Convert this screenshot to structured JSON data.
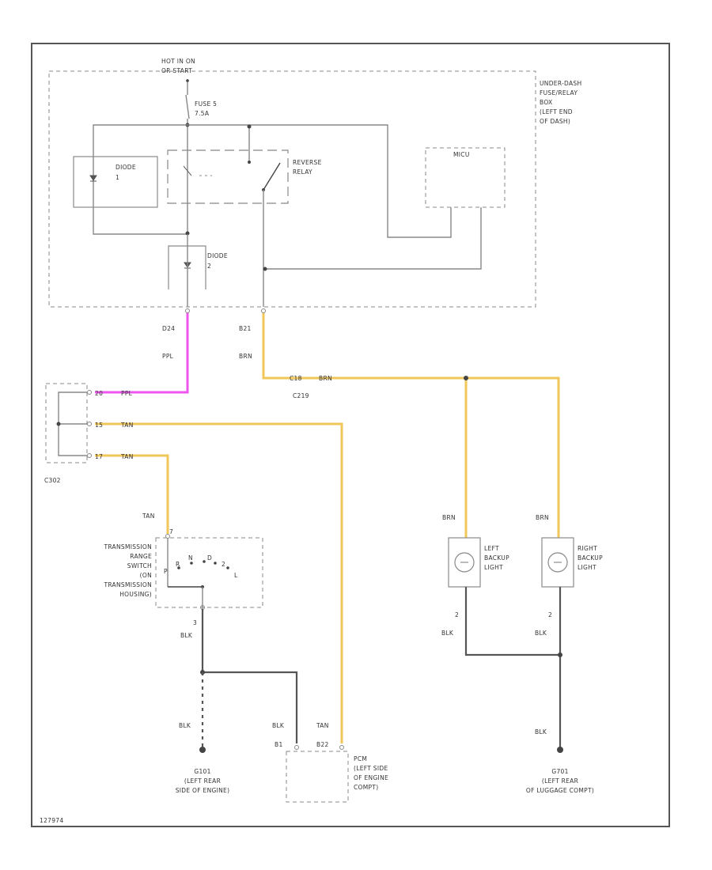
{
  "labels": {
    "hot_source_1": "HOT IN ON",
    "hot_source_2": "OR START",
    "fuse_1": "FUSE 5",
    "fuse_2": "7.5A",
    "fuse_box_1": "UNDER-DASH",
    "fuse_box_2": "FUSE/RELAY",
    "fuse_box_3": "BOX",
    "fuse_box_4": "(LEFT END",
    "fuse_box_5": "OF DASH)",
    "diode_1_a": "DIODE",
    "diode_1_b": "1",
    "relay_1": "REVERSE",
    "relay_2": "RELAY",
    "mice": "MICU",
    "diode_2_a": "DIODE",
    "diode_2_b": "2",
    "pin_d24": "D24",
    "wire_ppl_1": "PPL",
    "pin_b21": "B21",
    "wire_brn_1": "BRN",
    "pin_c18": "C18",
    "wire_brn_2": "BRN",
    "conn_c219": "C219",
    "c302_pin_20": "20",
    "c302_pin_20_wire": "PPL",
    "c302_pin_15": "15",
    "c302_pin_15_wire": "TAN",
    "c302_pin_17": "17",
    "c302_pin_17_wire": "TAN",
    "conn_c302": "C302",
    "wire_tan_1": "TAN",
    "trans_1": "TRANSMISSION",
    "trans_2": "RANGE",
    "trans_3": "SWITCH",
    "trans_4": "(ON",
    "trans_5": "TRANSMISSION",
    "trans_6": "HOUSING)",
    "sw_p": "P",
    "sw_r": "R",
    "sw_n": "N",
    "sw_d": "D",
    "sw_2": "2",
    "sw_l": "L",
    "trans_pin_7": "7",
    "trans_pin_3": "3",
    "wire_blk_1": "BLK",
    "wire_brn_l": "BRN",
    "left_backup_1": "LEFT",
    "left_backup_2": "BACKUP",
    "left_backup_3": "LIGHT",
    "left_pin_2": "2",
    "wire_blk_l": "BLK",
    "wire_brn_r": "BRN",
    "right_backup_1": "RIGHT",
    "right_backup_2": "BACKUP",
    "right_backup_3": "LIGHT",
    "right_pin_2": "2",
    "wire_blk_r": "BLK",
    "wire_blk_r2": "BLK",
    "wire_blk_g1": "BLK",
    "g101_1": "G101",
    "g101_2": "(LEFT REAR",
    "g101_3": "SIDE OF ENGINE)",
    "wire_blk_pcm": "BLK",
    "wire_tan_pcm": "TAN",
    "pcm_pin_b1": "B1",
    "pcm_pin_b22": "B22",
    "pcm_1": "PCM",
    "pcm_2": "(LEFT SIDE",
    "pcm_3": "OF ENGINE",
    "pcm_4": "COMPT)",
    "g701_1": "G701",
    "g701_2": "(LEFT REAR",
    "g701_3": "OF LUGGAGE COMPT)",
    "footer": "127974"
  },
  "colors": {
    "ppl": "#ee55ee",
    "tan": "#f2c75a",
    "brn": "#f2c75a",
    "blk": "#555555",
    "frame": "#555555"
  }
}
